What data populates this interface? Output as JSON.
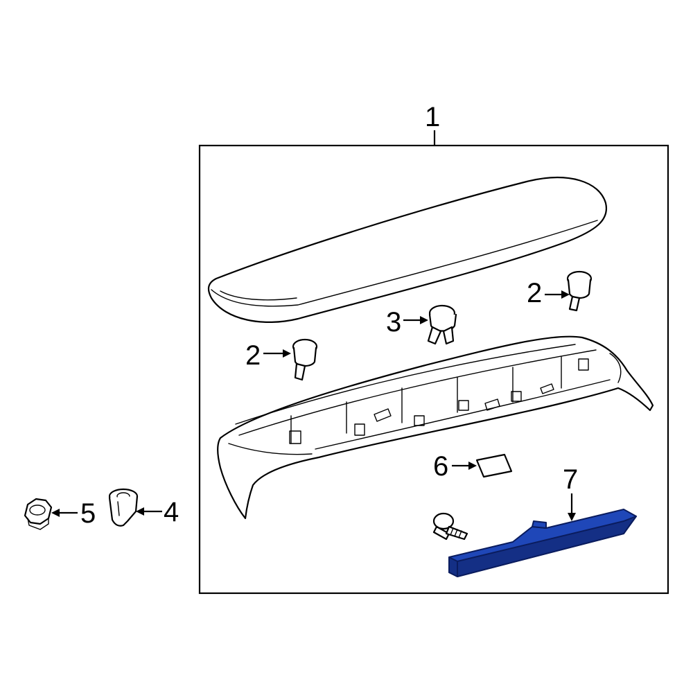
{
  "callouts": {
    "c1": "1",
    "c2a": "2",
    "c2b": "2",
    "c3": "3",
    "c4": "4",
    "c5": "5",
    "c6": "6",
    "c7": "7"
  },
  "colors": {
    "highlight": "#1f47b8",
    "outline": "#000000"
  }
}
